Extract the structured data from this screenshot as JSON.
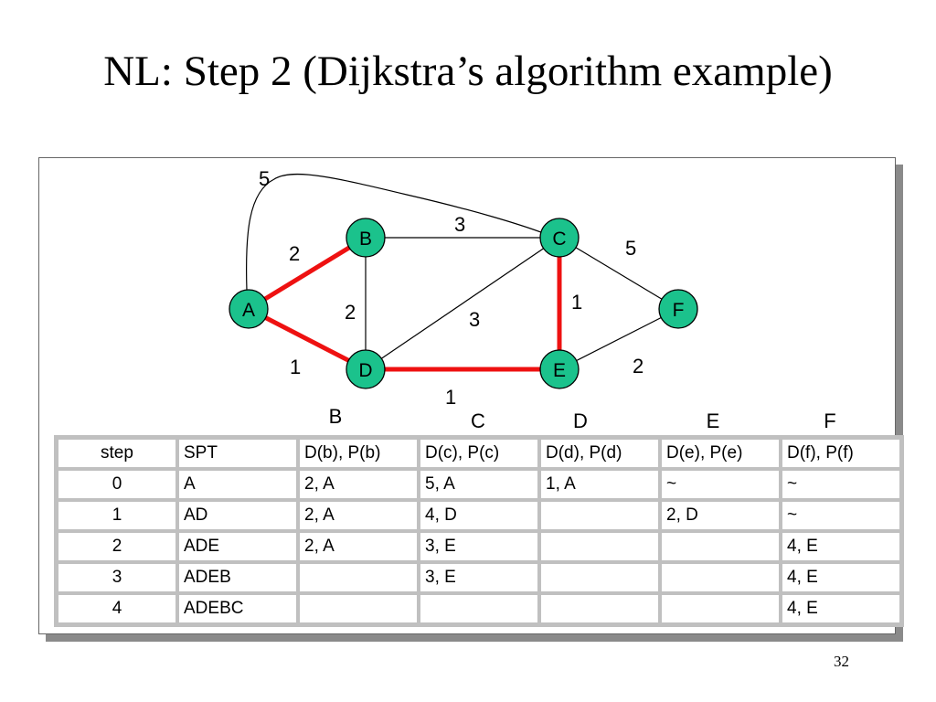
{
  "slide": {
    "title": "NL: Step 2 (Dijkstra’s algorithm example)",
    "page_number": "32"
  },
  "colors": {
    "node_fill": "#1bc28c",
    "highlight_edge": "#ee1111",
    "normal_edge": "#000000",
    "table_border": "#c0c0c0"
  },
  "graph": {
    "nodes": [
      {
        "id": "A",
        "label": "A"
      },
      {
        "id": "B",
        "label": "B"
      },
      {
        "id": "C",
        "label": "C"
      },
      {
        "id": "D",
        "label": "D"
      },
      {
        "id": "E",
        "label": "E"
      },
      {
        "id": "F",
        "label": "F"
      }
    ],
    "edges": [
      {
        "from": "A",
        "to": "B",
        "weight": "2",
        "highlighted": true
      },
      {
        "from": "A",
        "to": "D",
        "weight": "1",
        "highlighted": true
      },
      {
        "from": "A",
        "to": "C",
        "weight": "5",
        "highlighted": false
      },
      {
        "from": "B",
        "to": "C",
        "weight": "3",
        "highlighted": false
      },
      {
        "from": "B",
        "to": "D",
        "weight": "2",
        "highlighted": false
      },
      {
        "from": "D",
        "to": "C",
        "weight": "3",
        "highlighted": false
      },
      {
        "from": "D",
        "to": "E",
        "weight": "1",
        "highlighted": true
      },
      {
        "from": "C",
        "to": "E",
        "weight": "1",
        "highlighted": true
      },
      {
        "from": "C",
        "to": "F",
        "weight": "5",
        "highlighted": false
      },
      {
        "from": "E",
        "to": "F",
        "weight": "2",
        "highlighted": false
      }
    ]
  },
  "column_letters": [
    "B",
    "C",
    "D",
    "E",
    "F"
  ],
  "table": {
    "headers": [
      "step",
      "SPT",
      "D(b), P(b)",
      "D(c), P(c)",
      "D(d), P(d)",
      "D(e), P(e)",
      "D(f), P(f)"
    ],
    "rows": [
      [
        "0",
        "A",
        "2, A",
        "5, A",
        "1, A",
        "~",
        "~"
      ],
      [
        "1",
        "AD",
        "2, A",
        "4, D",
        "",
        "2, D",
        "~"
      ],
      [
        "2",
        "ADE",
        "2, A",
        "3, E",
        "",
        "",
        "4, E"
      ],
      [
        "3",
        "ADEB",
        "",
        "3, E",
        "",
        "",
        "4, E"
      ],
      [
        "4",
        "ADEBC",
        "",
        "",
        "",
        "",
        "4, E"
      ]
    ]
  }
}
